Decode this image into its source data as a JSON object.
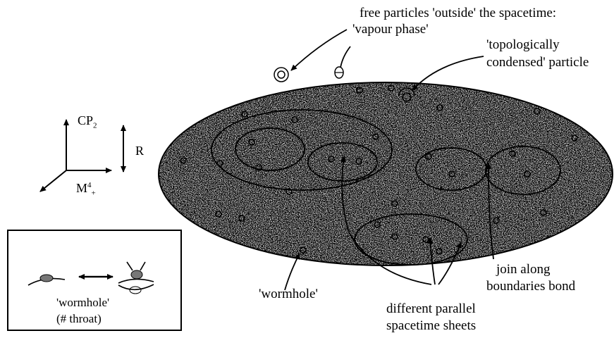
{
  "labels": {
    "free_particles_line1": "free particles 'outside' the spacetime:",
    "free_particles_line2": "'vapour phase'",
    "topo_line1": "'topologically",
    "topo_line2": "condensed' particle",
    "axis_cp2": "CP",
    "axis_cp2_sub": "2",
    "axis_r": "R",
    "axis_m4": "M",
    "axis_m4_sup": "4",
    "axis_m4_sub": "+",
    "wormhole": "'wormhole'",
    "inset_wormhole": "'wormhole'",
    "inset_throat": "(# throat)",
    "different_line1": "different parallel",
    "different_line2": "spacetime sheets",
    "join_line1": "join along",
    "join_line2": "boundaries bond"
  }
}
